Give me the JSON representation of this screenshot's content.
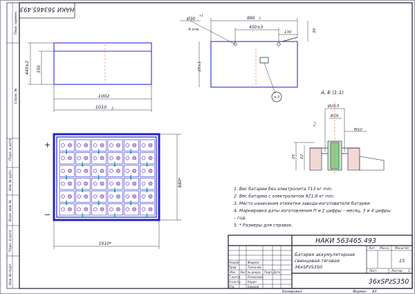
{
  "stamp": {
    "code_rotated": "НАКИ 563465.493",
    "code": "НАКИ 563465.493",
    "title_l1": "Батарея аккумуляторная",
    "title_l2": "свинцовая тяговая",
    "title_l3": "36xSPzS350",
    "designation": "36xSPzS350",
    "col_lit": "Лит.",
    "col_mass": "Масса",
    "col_scale": "Масштаб",
    "scale": "15",
    "sheet": "Лист",
    "sheets": "Листов",
    "sheets_count": "1",
    "copied": "Копировал",
    "format": "Формат",
    "format_val": "А3",
    "izm": "Изм",
    "list": "Лист",
    "doc_no": "№ докум.",
    "sign": "Подп.",
    "date": "Дата",
    "razrab": "Разраб.",
    "prov": "Пров.",
    "tkontr": "Т.контр.",
    "nkontr": "Н.контр.",
    "utv": "Утв.",
    "n1": "Фадеев",
    "n2": "Толкачев",
    "n3": "Размахова",
    "n4": "Корин",
    "n5": "Ежиков"
  },
  "side": {
    "perv": "Перв. примен.",
    "sprav": "Справ. №",
    "podp_data1": "Подп. и дата",
    "inv_dubl": "Инв. № дубл.",
    "vzam": "Взам. инв. №",
    "podp_data2": "Подп. и дата",
    "inv_podl": "Инв. № подл."
  },
  "dims": {
    "d440": "440±2",
    "d350": "350",
    "d1002": "1002",
    "d1010a": "1010",
    "d1010_tol": "-2",
    "d890": "890",
    "d890_tol": "-2",
    "d450": "450±3",
    "d130": "130",
    "d30": "30",
    "d25": "25±1",
    "hole": "Ø30",
    "hole_tol": "+1",
    "holes": "4 отв.",
    "p3": "п.3",
    "d880": "880*",
    "d1010b": "1010*",
    "plus": "+",
    "minus": "−"
  },
  "detail": {
    "title": "А, Б (1:1)",
    "d205": "Ø20,5",
    "d16": "Ø16",
    "m10": "М10",
    "d25": "25",
    "d22": "22",
    "tol": "0,2"
  },
  "notes": [
    "1. Вес батареи без электролита 713 кг min.",
    "2. Вес батареи с электролитом 921,8 кг min.",
    "3. Место нанесения этикетки завода-изготовителя батареи.",
    "4. Маркировка даты изготовления  П и 2 цифры – месяц, 3 и 4 цифры",
    "    – год.",
    "5. * Размеры для справок."
  ]
}
